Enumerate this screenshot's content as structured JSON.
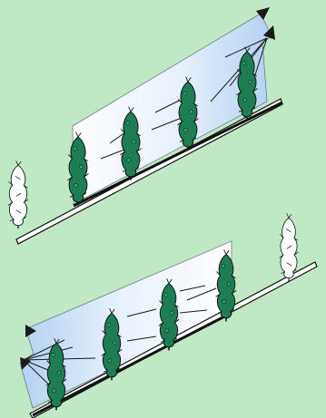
{
  "colors": {
    "background": "#bfe8c4",
    "light_fan_white": "#ffffff",
    "light_fan_blue": "#b9d4f2",
    "ground_line": "#111111",
    "plant_foliage": "#1f7d55",
    "plant_outline": "#0e1f17",
    "plant_unlit_fill": "#ffffff"
  },
  "icons": {
    "light_source": "lamp-icon",
    "lit_plant": "plant-icon",
    "unlit_plant": "plant-outline-icon"
  },
  "scenes": [
    {
      "name": "upper-scene",
      "light_position": "top-right",
      "lit_plants": 4,
      "unlit_plants": 1,
      "unlit_plant_side": "left"
    },
    {
      "name": "lower-scene",
      "light_position": "bottom-left",
      "lit_plants": 4,
      "unlit_plants": 1,
      "unlit_plant_side": "right"
    }
  ]
}
